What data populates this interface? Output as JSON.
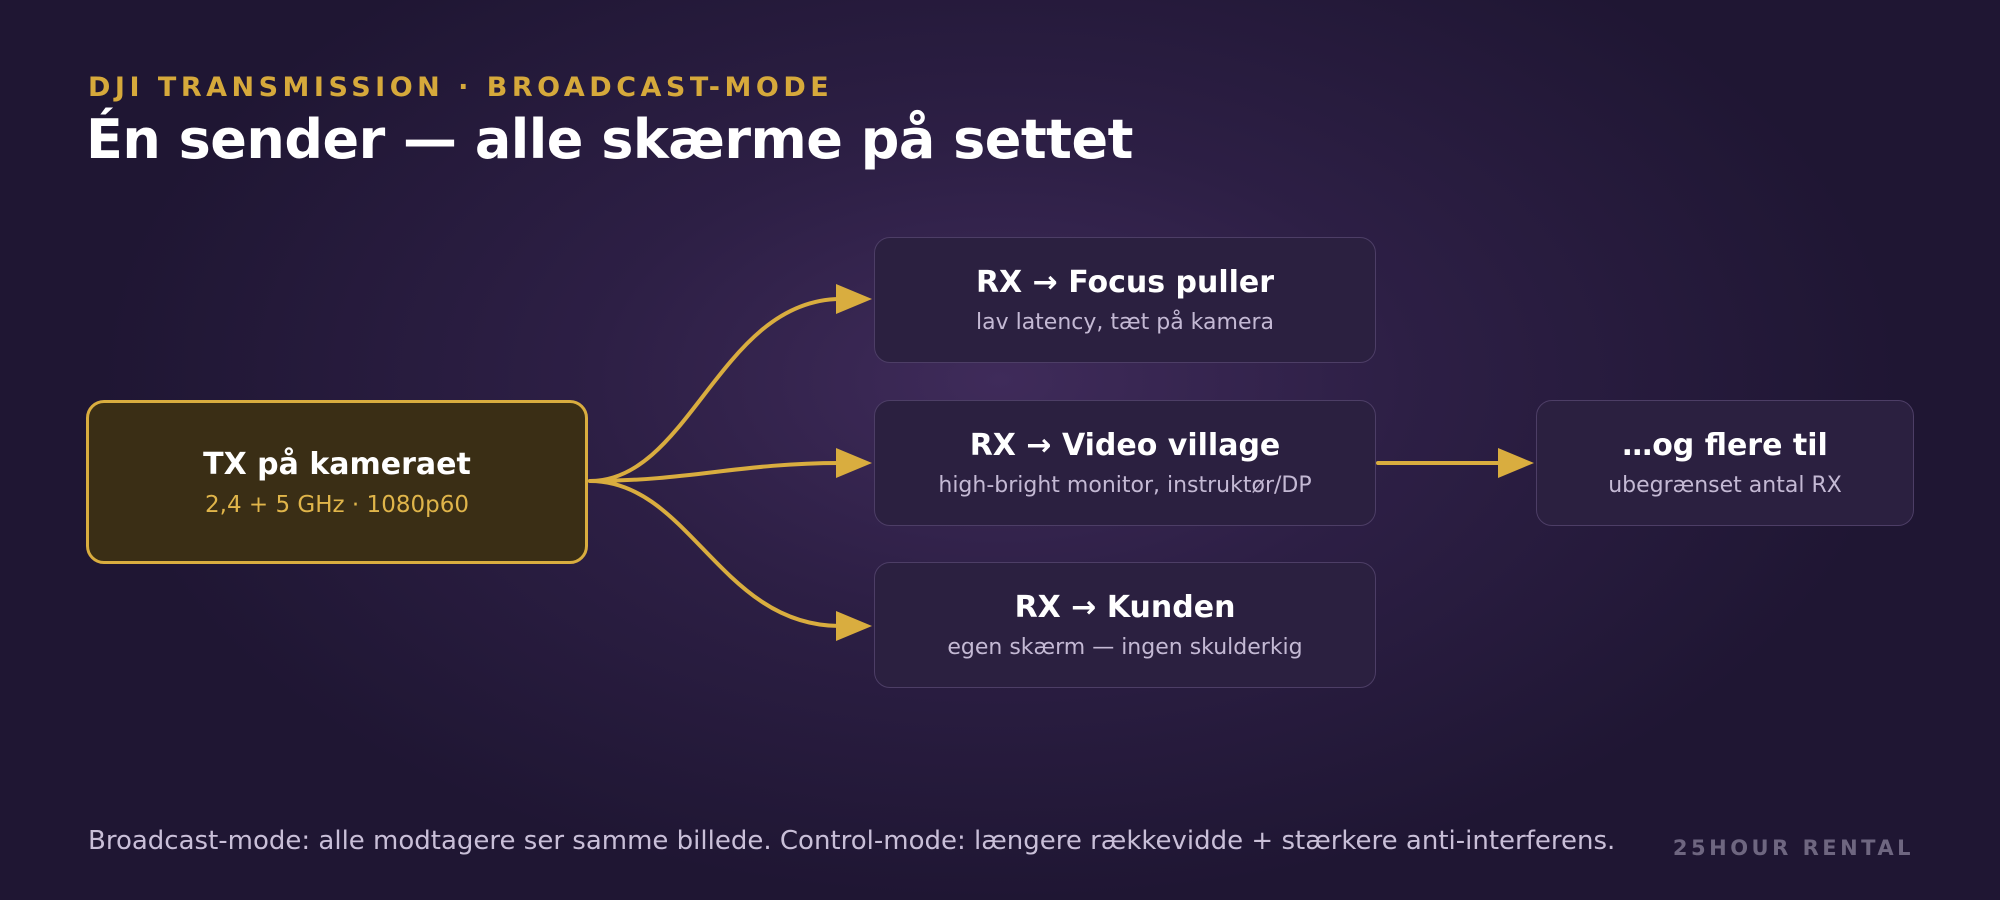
{
  "header": {
    "eyebrow": "DJI TRANSMISSION · BROADCAST-MODE",
    "title": "Én sender — alle skærme på settet"
  },
  "transmitter": {
    "title": "TX på kameraet",
    "subtitle": "2,4 + 5 GHz · 1080p60"
  },
  "receivers": [
    {
      "title": "RX → Focus puller",
      "subtitle": "lav latency, tæt på kamera"
    },
    {
      "title": "RX → Video village",
      "subtitle": "high-bright monitor, instruktør/DP"
    },
    {
      "title": "RX → Kunden",
      "subtitle": "egen skærm — ingen skulderkig"
    }
  ],
  "more": {
    "title": "…og flere til",
    "subtitle": "ubegrænset antal RX"
  },
  "footnote": "Broadcast-mode: alle modtagere ser samme billede. Control-mode: længere rækkevidde + stærkere anti-interferens.",
  "brand": "25HOUR RENTAL",
  "colors": {
    "accent": "#d9ad3f",
    "background": "#2d1f45",
    "tx_fill": "#3a2e15",
    "rx_fill": "#2b2040"
  }
}
